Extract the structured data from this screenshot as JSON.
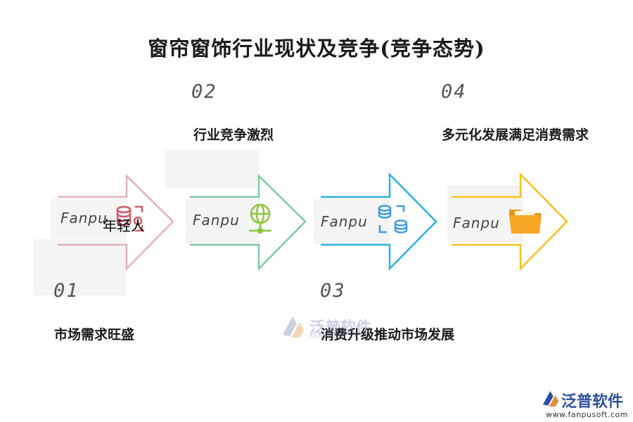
{
  "title": "窗帘窗饰行业现状及竞争(竞争态势)",
  "steps": [
    {
      "num": "01",
      "label": "市场需求旺盛",
      "color": "#e0b3b6",
      "icon": "database-tag-icon",
      "icon_color": "#cf5b66",
      "watermark": "Fanpu"
    },
    {
      "num": "02",
      "label": "行业竞争激烈",
      "color": "#7fc9a3",
      "icon": "globe-network-icon",
      "icon_color": "#8cc63f",
      "watermark": "Fanpu"
    },
    {
      "num": "03",
      "label": "消费升级推动市场发展",
      "color": "#29b2e6",
      "icon": "database-sync-icon",
      "icon_color": "#3d9be0",
      "watermark": "Fanpu"
    },
    {
      "num": "04",
      "label": "多元化发展满足消费需求",
      "color": "#f5c11d",
      "icon": "folder-icon",
      "icon_color": "#f3a41b",
      "watermark": "Fanpu"
    }
  ],
  "overlay_text": "年轻人",
  "center_watermark": {
    "name": "泛普软件",
    "sub": "FANPUSOFT.COM"
  },
  "brand": {
    "name": "泛普软件",
    "url": "www.fanpusoft.com"
  }
}
